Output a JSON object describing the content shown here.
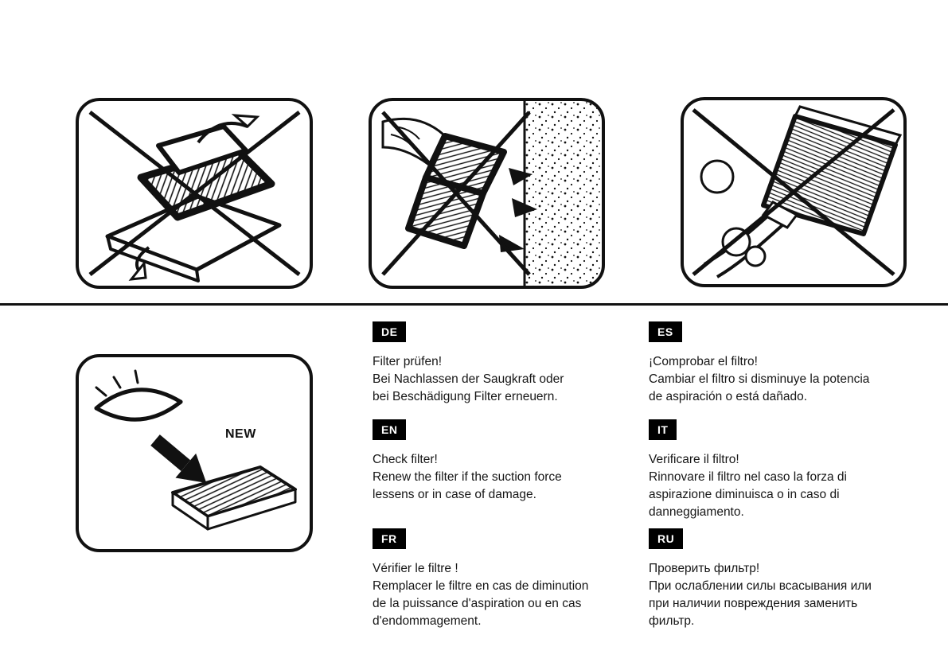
{
  "page": {
    "background": "#ffffff",
    "ink": "#111111",
    "badge_bg": "#000000",
    "badge_fg": "#ffffff"
  },
  "figures": {
    "no_shake_filter": "do-not-shake-or-open-filter",
    "no_knock_filter": "do-not-knock-filter-against-wall",
    "no_vacuum_filter": "do-not-vacuum-clean-filter",
    "check_filter": "inspect-filter-replace-with-new",
    "new_label": "NEW"
  },
  "columns": {
    "left": [
      {
        "code": "DE",
        "text": "Filter prüfen!\nBei Nachlassen der Saugkraft oder\nbei Beschädigung Filter erneuern."
      },
      {
        "code": "EN",
        "text": "Check filter!\nRenew the filter if the suction force\nlessens or in case of damage."
      },
      {
        "code": "FR",
        "text": "Vérifier le filtre !\nRemplacer le filtre en cas de diminution\nde la puissance d'aspiration ou en cas\nd'endommagement."
      }
    ],
    "right": [
      {
        "code": "ES",
        "text": "¡Comprobar el filtro!\nCambiar el filtro si disminuye la potencia\nde aspiración o está dañado."
      },
      {
        "code": "IT",
        "text": "Verificare il filtro!\nRinnovare il filtro nel caso la forza di\naspirazione diminuisca o in caso di\ndanneggiamento."
      },
      {
        "code": "RU",
        "text": "Проверить фильтр!\nПри ослаблении силы всасывания или\nпри наличии повреждения заменить\nфильтр."
      }
    ]
  }
}
